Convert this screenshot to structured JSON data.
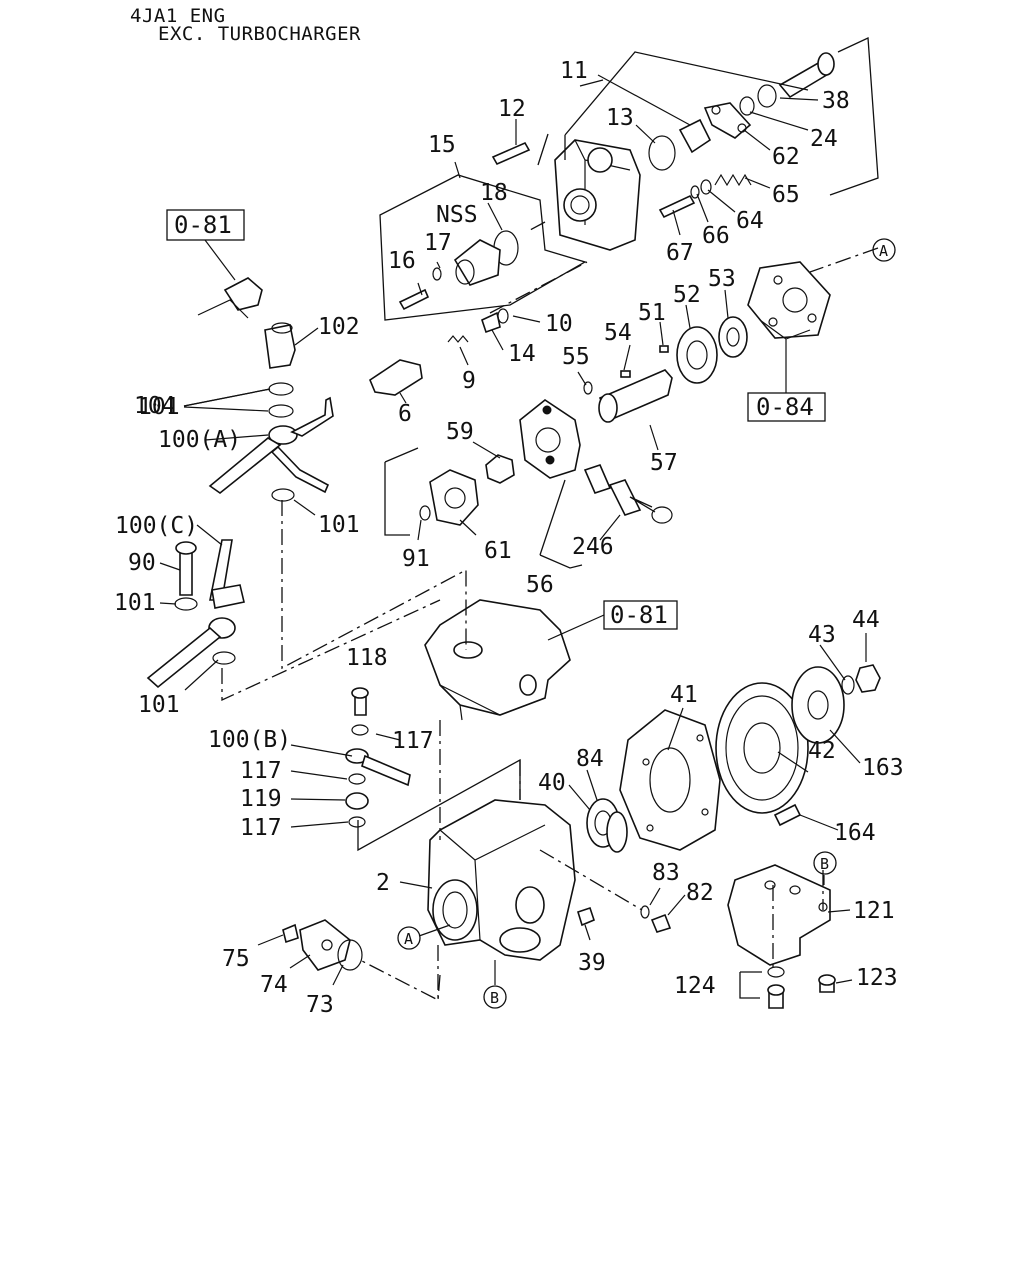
{
  "header": {
    "line1": "4JA1 ENG",
    "line2": "EXC. TURBOCHARGER"
  },
  "ref_boxes": {
    "top_left": "0-81",
    "middle": "0-81",
    "right": "0-84"
  },
  "circled_refs": {
    "a_top": "A",
    "a_body": "A",
    "b_body": "B",
    "b_bracket": "B"
  },
  "labels": {
    "p2": "2",
    "p6": "6",
    "p9": "9",
    "p10": "10",
    "p11": "11",
    "p12": "12",
    "p13": "13",
    "p14": "14",
    "p15": "15",
    "p16": "16",
    "p17": "17",
    "p18": "18",
    "nss": "NSS",
    "p24": "24",
    "p38": "38",
    "p39": "39",
    "p40": "40",
    "p41": "41",
    "p42": "42",
    "p43": "43",
    "p44": "44",
    "p51": "51",
    "p52": "52",
    "p53": "53",
    "p54": "54",
    "p55": "55",
    "p56": "56",
    "p57": "57",
    "p59": "59",
    "p61": "61",
    "p62": "62",
    "p64": "64",
    "p65": "65",
    "p66": "66",
    "p67": "67",
    "p73": "73",
    "p74": "74",
    "p75": "75",
    "p82": "82",
    "p83": "83",
    "p84": "84",
    "p90": "90",
    "p91": "91",
    "p100a": "100(A)",
    "p100b": "100(B)",
    "p100c": "100(C)",
    "p101a": "101",
    "p101b": "101",
    "p101c": "101",
    "p101d": "101",
    "p101e": "101",
    "p102": "102",
    "p104": "104",
    "p117a": "117",
    "p117b": "117",
    "p117c": "117",
    "p118": "118",
    "p119": "119",
    "p121": "121",
    "p123": "123",
    "p124": "124",
    "p163": "163",
    "p164": "164",
    "p246": "246"
  }
}
